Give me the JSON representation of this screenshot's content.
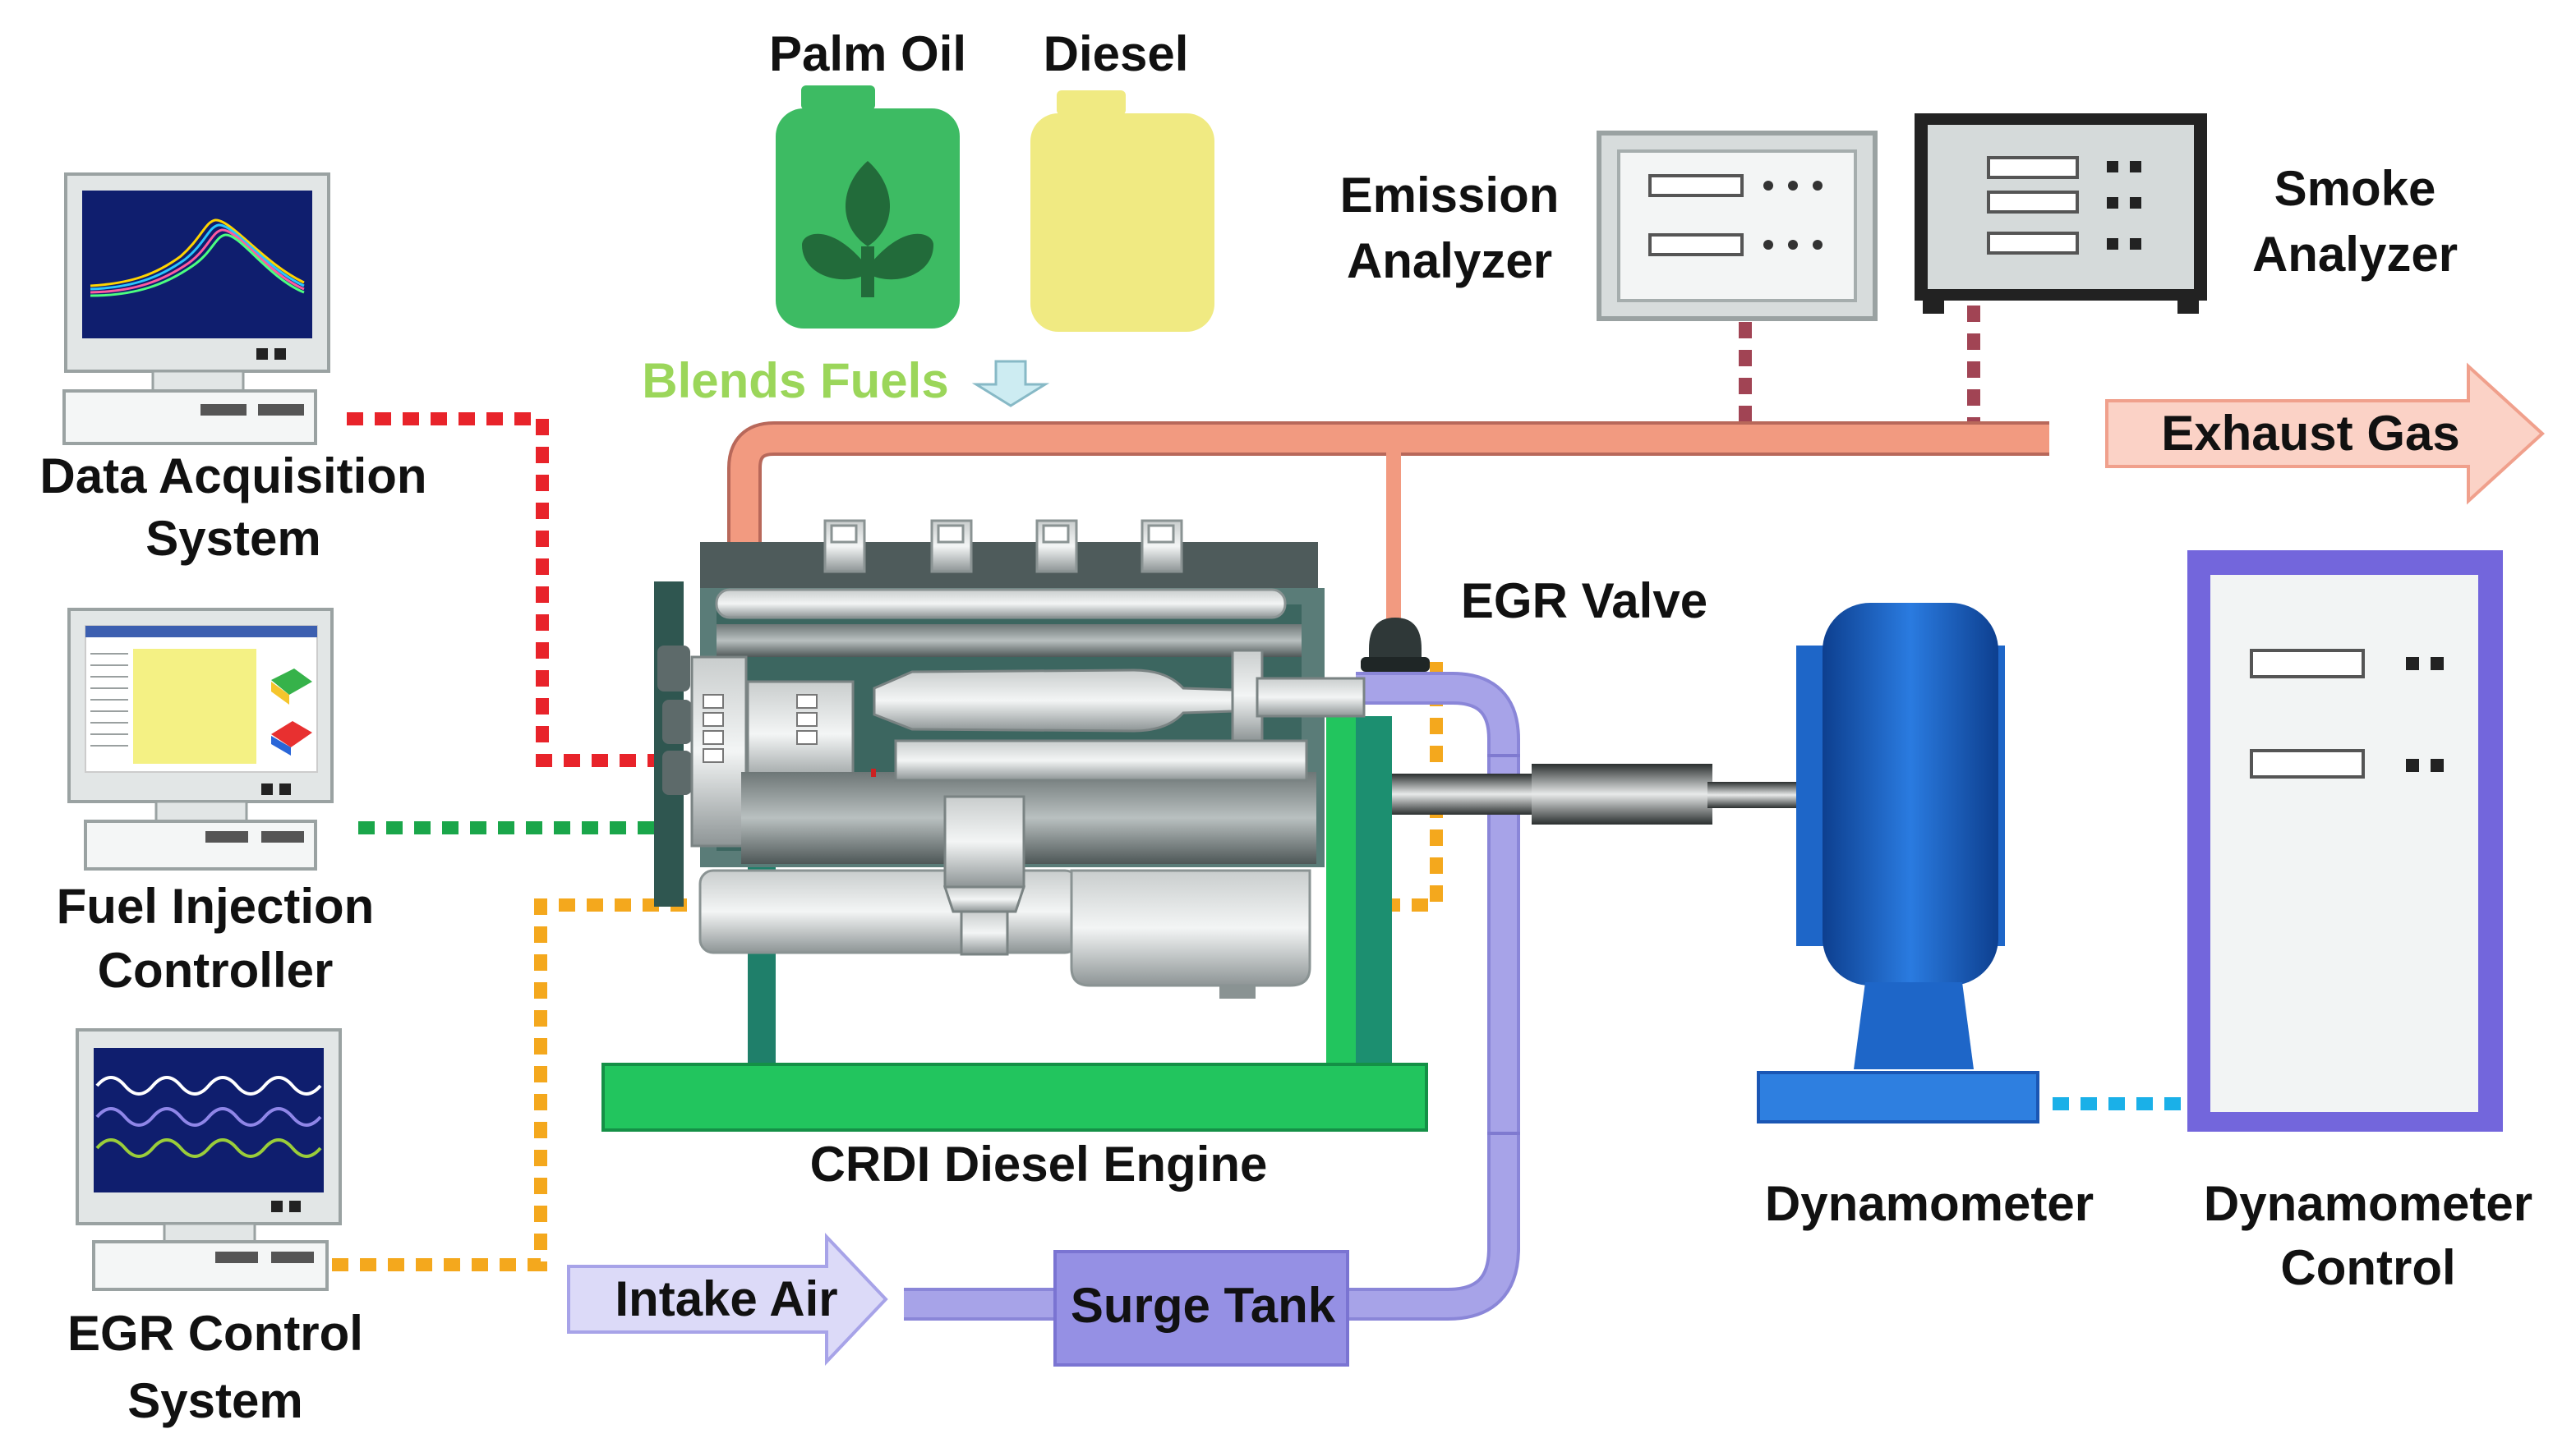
{
  "labels": {
    "palm_oil": "Palm Oil",
    "diesel": "Diesel",
    "blends_fuels": "Blends Fuels",
    "emission_analyzer": [
      "Emission",
      "Analyzer"
    ],
    "smoke_analyzer": [
      "Smoke",
      "Analyzer"
    ],
    "exhaust_gas": "Exhaust Gas",
    "data_acquisition": [
      "Data Acquisition",
      "System"
    ],
    "fuel_injection": [
      "Fuel Injection",
      "Controller"
    ],
    "egr_control": [
      "EGR Control",
      "System"
    ],
    "egr_valve": "EGR Valve",
    "crdi_engine": "CRDI Diesel Engine",
    "dynamometer": "Dynamometer",
    "dynamometer_control": [
      "Dynamometer",
      "Control"
    ],
    "intake_air": "Intake Air",
    "surge_tank": "Surge Tank"
  },
  "colors": {
    "palm_oil_can": "#3dbb63",
    "diesel_can": "#f0ea82",
    "blends_text": "#9bd65a",
    "exhaust_pipe": "#f29a80",
    "exhaust_arrow": "#fbd2c6",
    "intake_pipe": "#a7a3e8",
    "surge_tank": "#9590e4",
    "daq_link": "#e8232a",
    "fuel_link": "#1aa64a",
    "egr_link": "#f4a81d",
    "analyzer_link": "#a14454",
    "dyno_link": "#1ab0e8",
    "dyno_body": "#1e66c8",
    "dyno_control_frame": "#7366dc",
    "engine_base": "#22c55e"
  }
}
